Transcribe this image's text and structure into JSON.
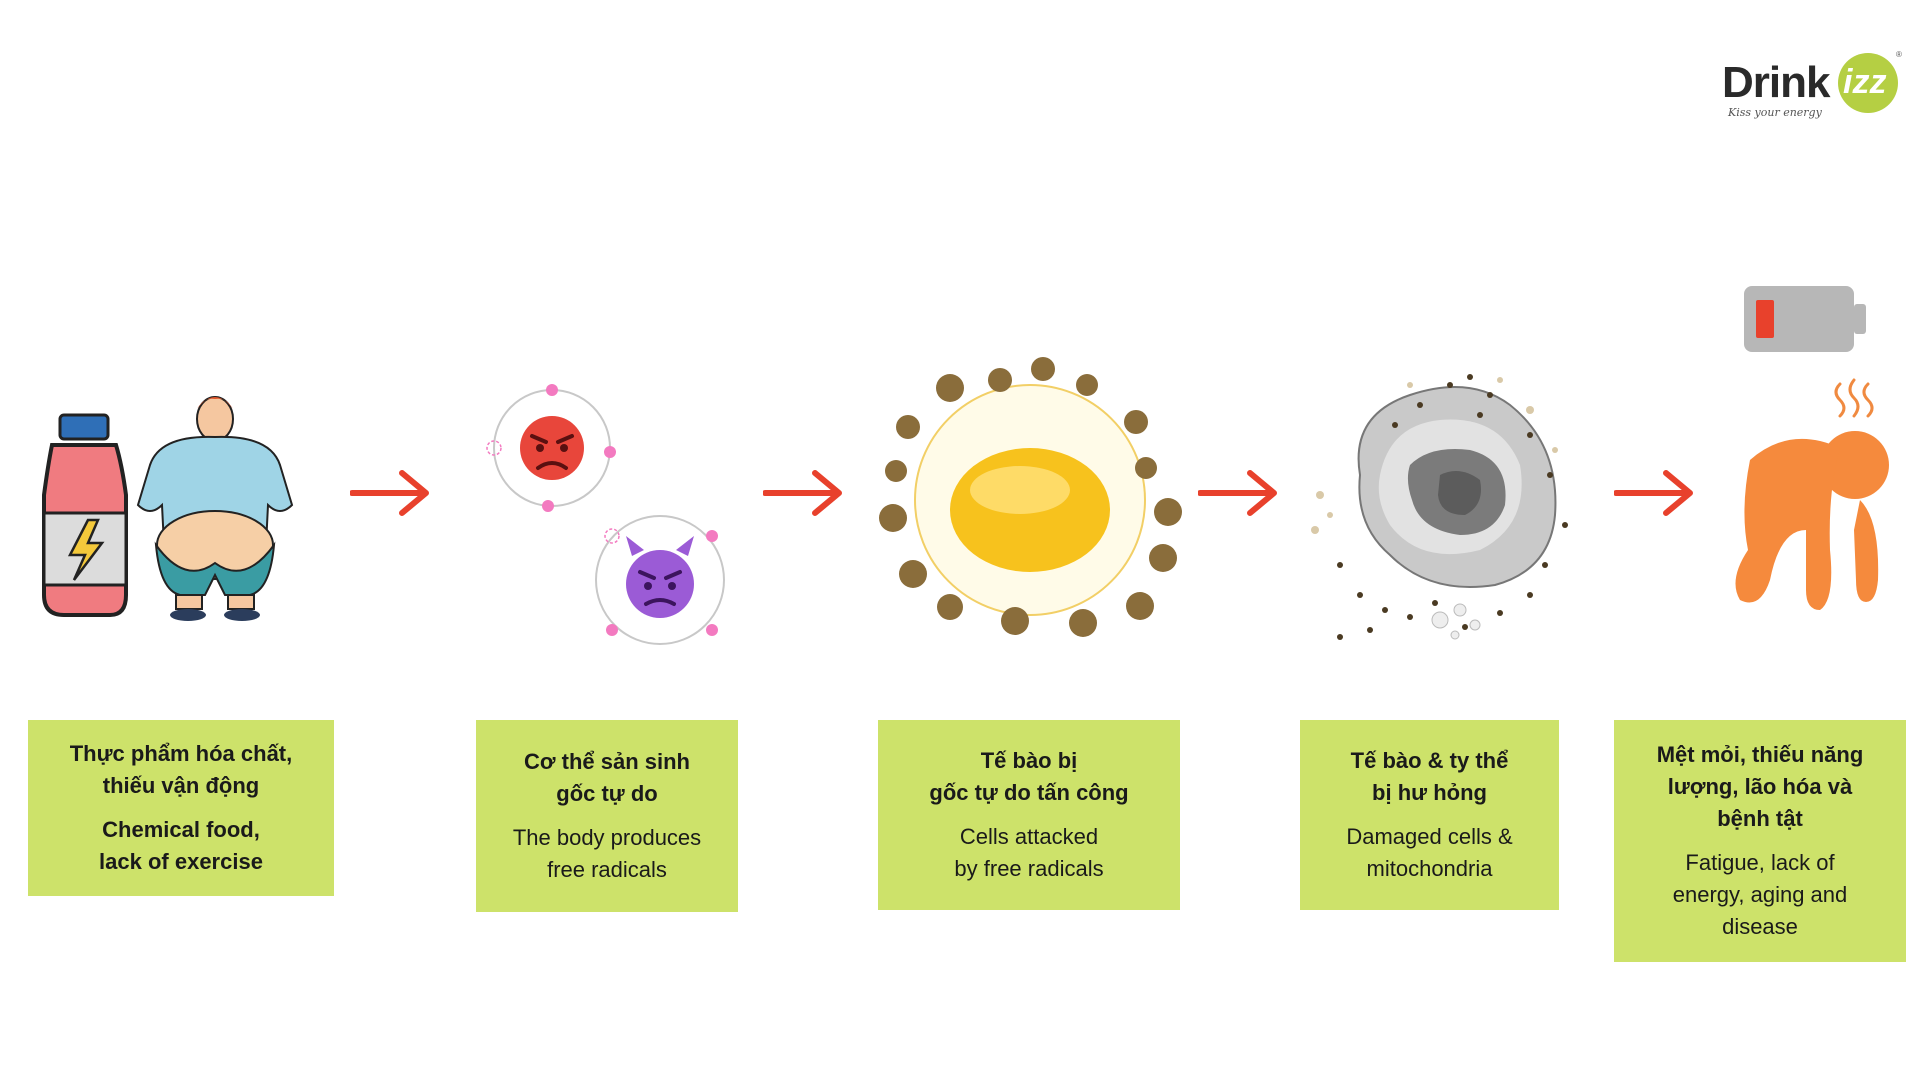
{
  "brand": {
    "name": "Drink",
    "suffix": "izz",
    "tagline": "Kiss your energy",
    "accent_color": "#b5cf43"
  },
  "colors": {
    "arrow": "#e8412c",
    "box_fill": "#cde26a"
  },
  "steps": [
    {
      "icon": "junk-food-overweight-person-illustration",
      "vn": "Thực phẩm hóa chất,\nthiếu vận động",
      "en": "Chemical food,\nlack of exercise"
    },
    {
      "icon": "free-radicals-angry-emoji-atoms",
      "vn": "Cơ thể sản sinh\ngốc tự do",
      "en": "The body produces\nfree radicals"
    },
    {
      "icon": "cell-surrounded-by-free-radicals",
      "vn": "Tế bào bị\ngốc tự do tấn công",
      "en": "Cells attacked\nby free radicals"
    },
    {
      "icon": "damaged-cell-mitochondria",
      "vn": "Tế bào & ty thể\nbị hư hỏng",
      "en": "Damaged cells &\nmitochondria"
    },
    {
      "icon": "tired-person-low-battery",
      "vn": "Mệt mỏi, thiếu năng\nlượng, lão hóa và\nbệnh tật",
      "en": "Fatigue, lack of\nenergy, aging and\ndisease"
    }
  ]
}
